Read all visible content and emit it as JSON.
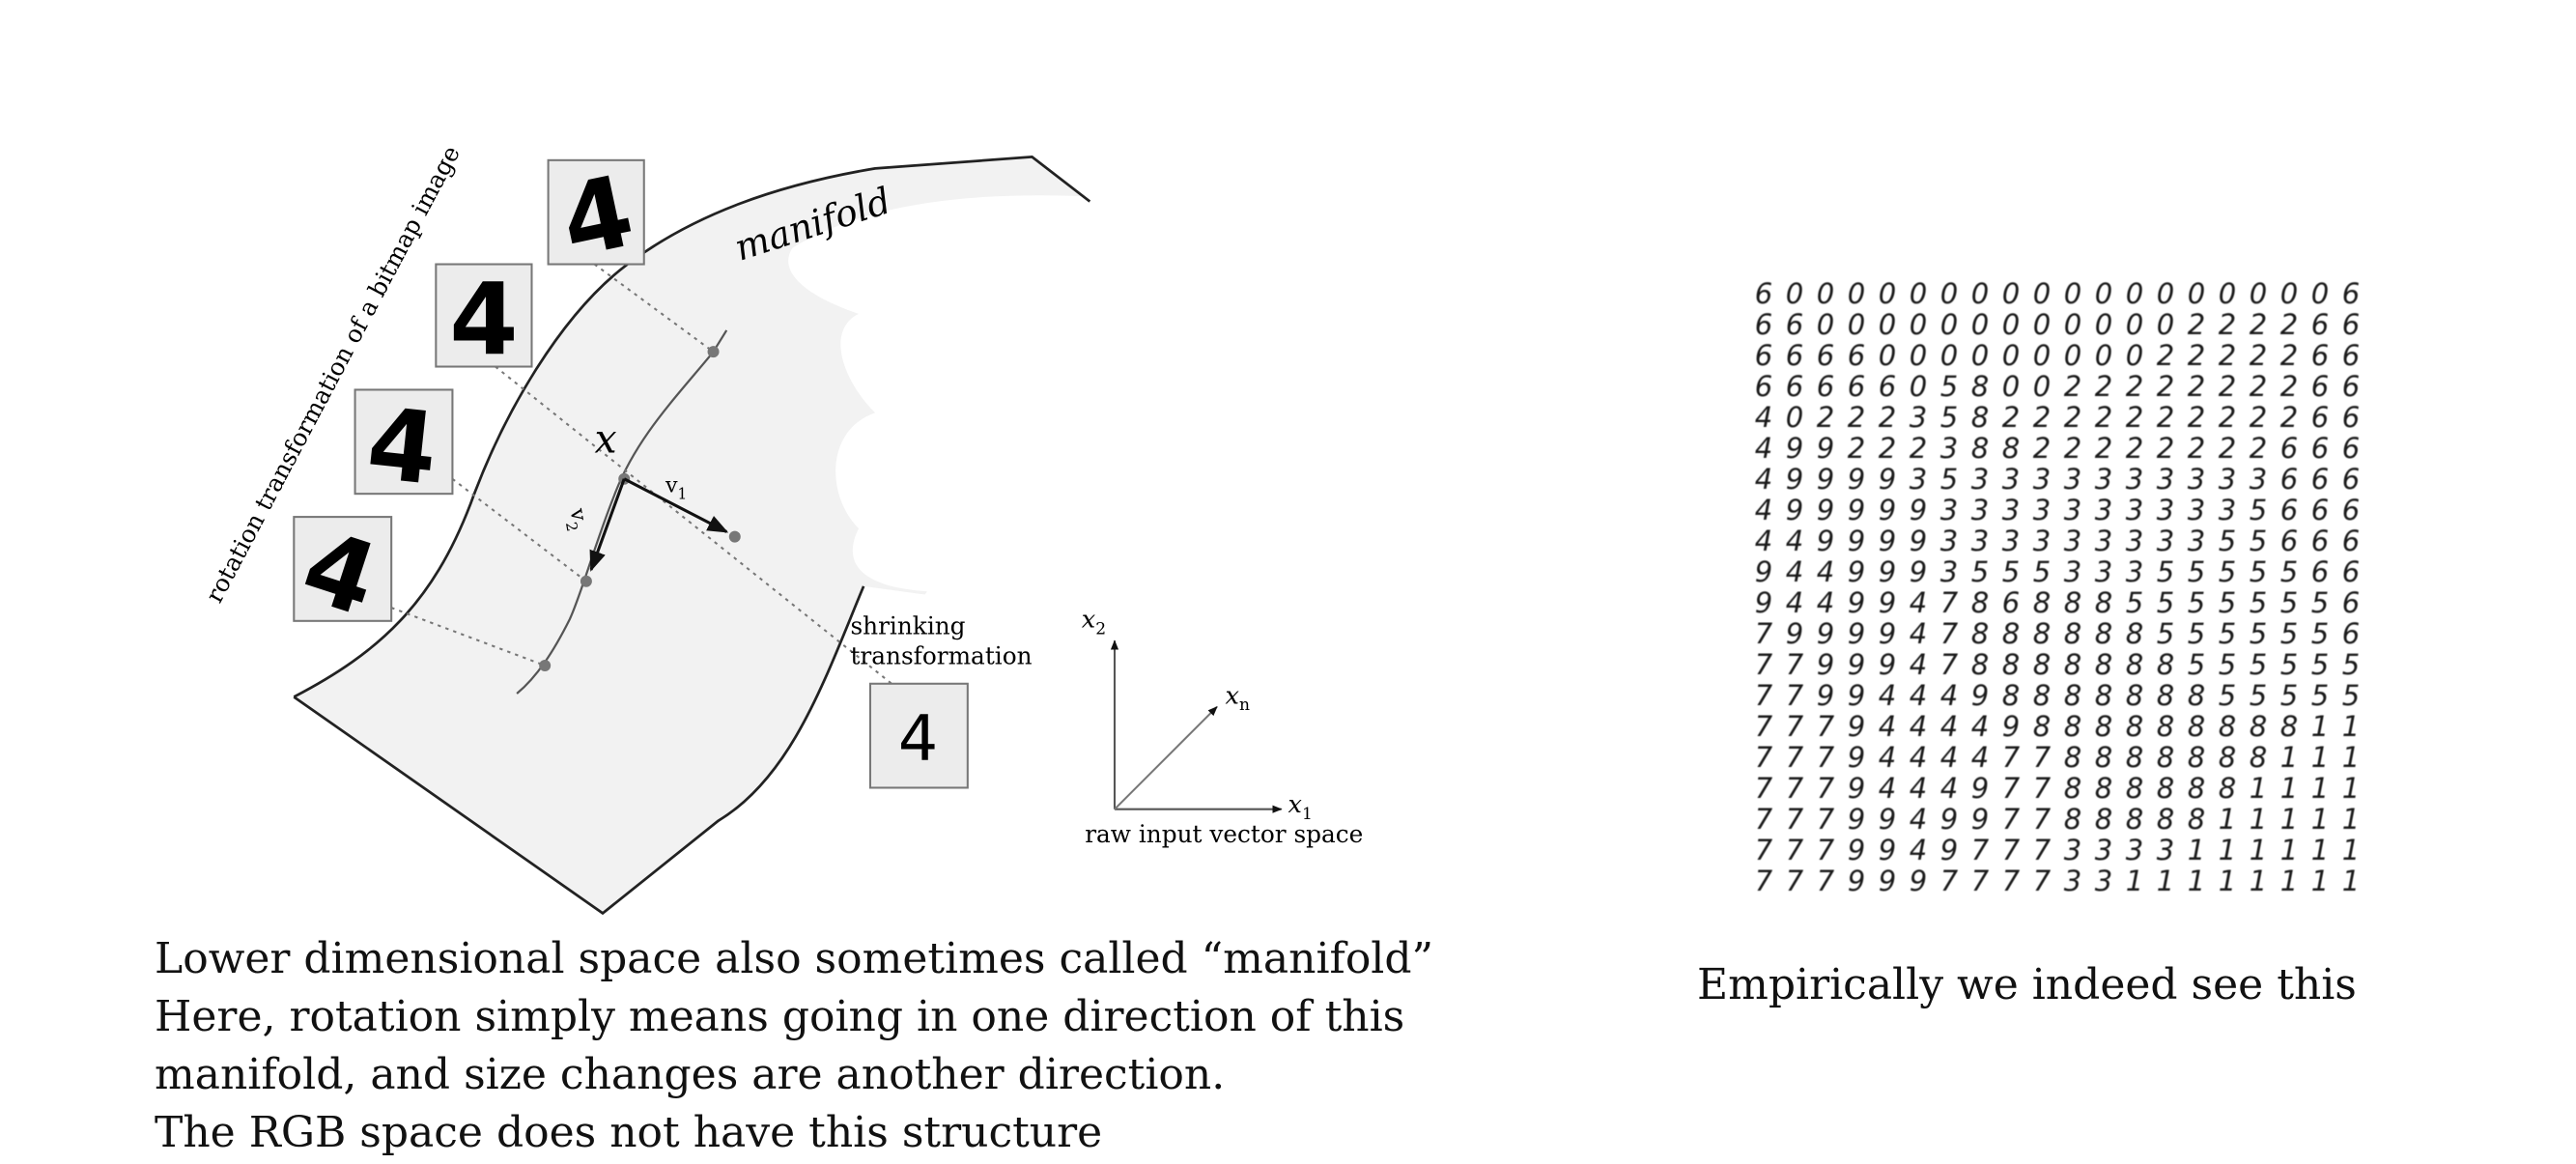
{
  "diagram": {
    "rotation_label": "rotation transformation of a bitmap image",
    "manifold_label": "manifold",
    "point_label": "x",
    "v1_label": "v",
    "v1_sub": "1",
    "v2_label": "v",
    "v2_sub": "2",
    "shrinking_label_line1": "shrinking",
    "shrinking_label_line2": "transformation",
    "digit": "4",
    "axis_x2": "x",
    "axis_x2_sub": "2",
    "axis_x1": "x",
    "axis_x1_sub": "1",
    "axis_xn": "x",
    "axis_xn_sub": "n",
    "axes_caption": "raw input vector space"
  },
  "left_caption": [
    "Lower dimensional space also sometimes called “manifold”",
    "Here, rotation simply means going in one direction of this",
    "manifold, and size changes are another direction.",
    "The RGB space does not have this structure"
  ],
  "right_caption": "Empirically we indeed see this",
  "digit_grid_rows": [
    "60000000000000000006",
    "66000000000000222266",
    "66660000000002222266",
    "66666058002222222266",
    "40222358222222222266",
    "49922238822222222666",
    "49999353333333333666",
    "49999933333333335666",
    "44999933333333355666",
    "94499935553335555566",
    "94499478688855555556",
    "79999478888885555556",
    "77999478888888555555",
    "77994449888888855555",
    "77794444988888888811",
    "77794444778888888111",
    "77794449778888881111",
    "77799499778888811111",
    "77799497773333111111",
    "77799977773311111111"
  ]
}
